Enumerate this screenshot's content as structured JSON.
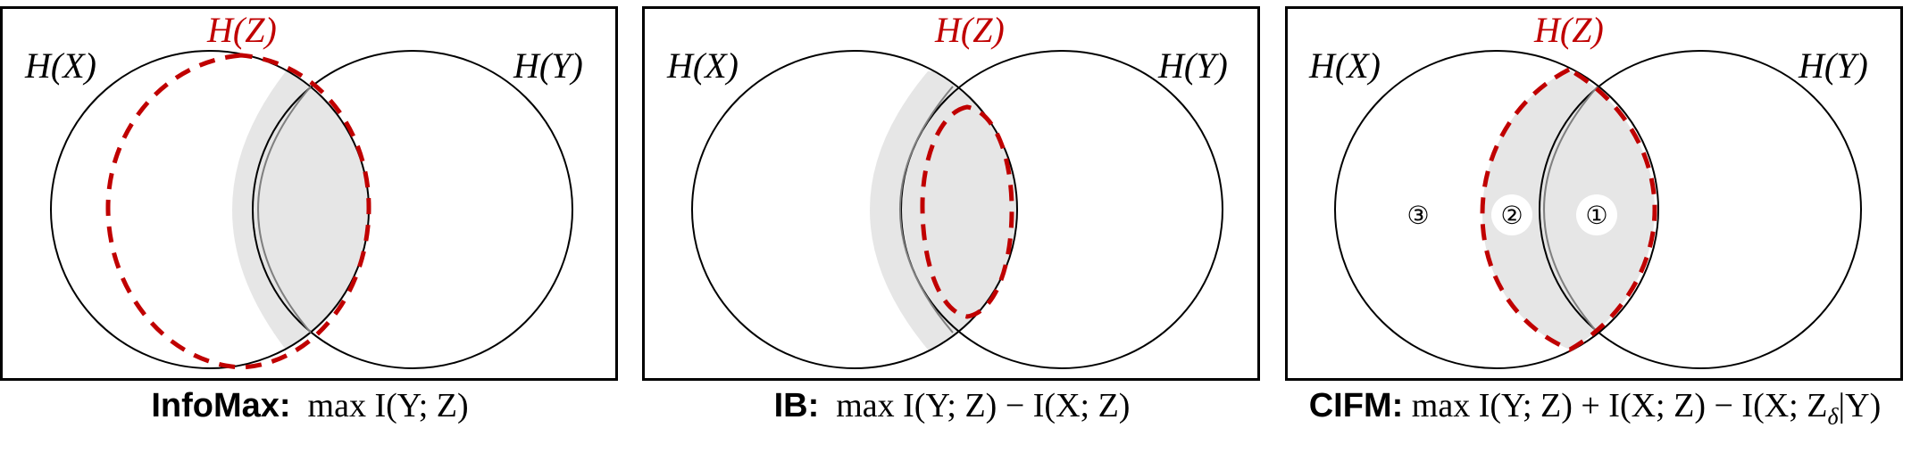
{
  "colors": {
    "border": "#000000",
    "ellipse_stroke": "#000000",
    "inner_arc_stroke": "#808080",
    "shade": "#e6e6e6",
    "highlight": "#c00000"
  },
  "panels": [
    {
      "id": "infomax",
      "labels": {
        "hx": "H(X)",
        "hy": "H(Y)",
        "hz": "H(Z)"
      },
      "caption": {
        "name": "InfoMax:",
        "formula": "max I(Y; Z)"
      }
    },
    {
      "id": "ib",
      "labels": {
        "hx": "H(X)",
        "hy": "H(Y)",
        "hz": "H(Z)"
      },
      "caption": {
        "name": "IB:",
        "formula": "max I(Y; Z) − I(X; Z)"
      }
    },
    {
      "id": "cifm",
      "labels": {
        "hx": "H(X)",
        "hy": "H(Y)",
        "hz": "H(Z)"
      },
      "regions": [
        "①",
        "②",
        "③"
      ],
      "caption": {
        "name": "CIFM:",
        "formula_main": "max I(Y; Z) + I(X; Z) − I(X; Z",
        "formula_sub": "δ",
        "formula_tail": "|Y)"
      }
    }
  ]
}
